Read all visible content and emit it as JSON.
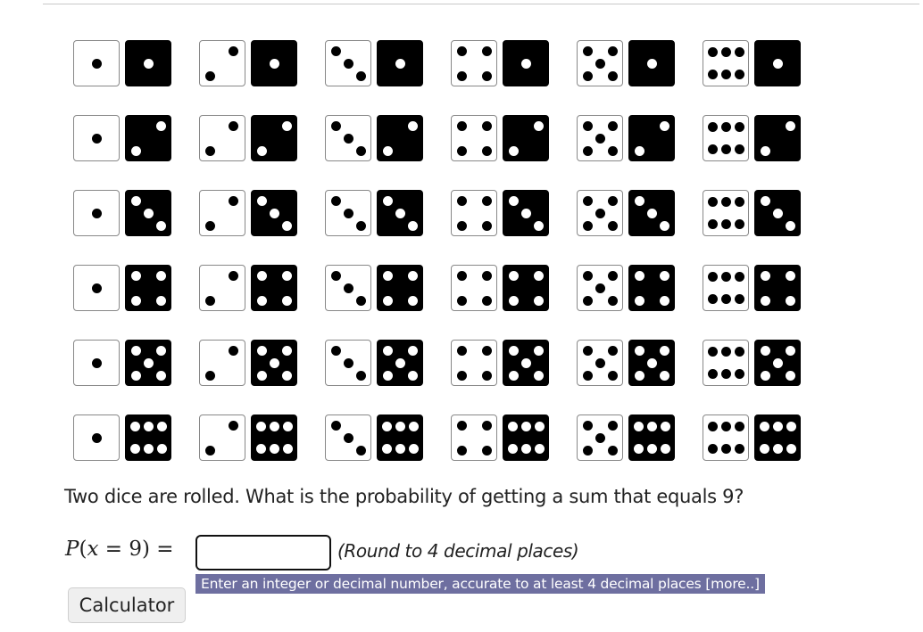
{
  "dice_grid": {
    "description": "6x6 grid of all outcomes of rolling a white die and a black die",
    "rows_by": "black die value",
    "cols_by": "white die value",
    "white_values": [
      1,
      2,
      3,
      4,
      5,
      6
    ],
    "black_values": [
      1,
      2,
      3,
      4,
      5,
      6
    ],
    "colors": {
      "white_die": "#ffffff",
      "white_pip": "#000000",
      "black_die": "#000000",
      "black_pip": "#ffffff",
      "white_border": "#888888"
    }
  },
  "question": {
    "text": "Two dice are rolled. What is the probability of getting a sum that equals 9?"
  },
  "answer": {
    "label_math": "P(x = 9) =",
    "input_value": "",
    "input_placeholder": "",
    "round_hint": "(Round to 4 decimal places)",
    "tooltip_text": "Enter an integer or decimal number, accurate to at least 4 decimal places",
    "tooltip_more_link": "[more..]",
    "tooltip_bg": "#6e6fa0"
  },
  "buttons": {
    "calculator_label": "Calculator"
  }
}
